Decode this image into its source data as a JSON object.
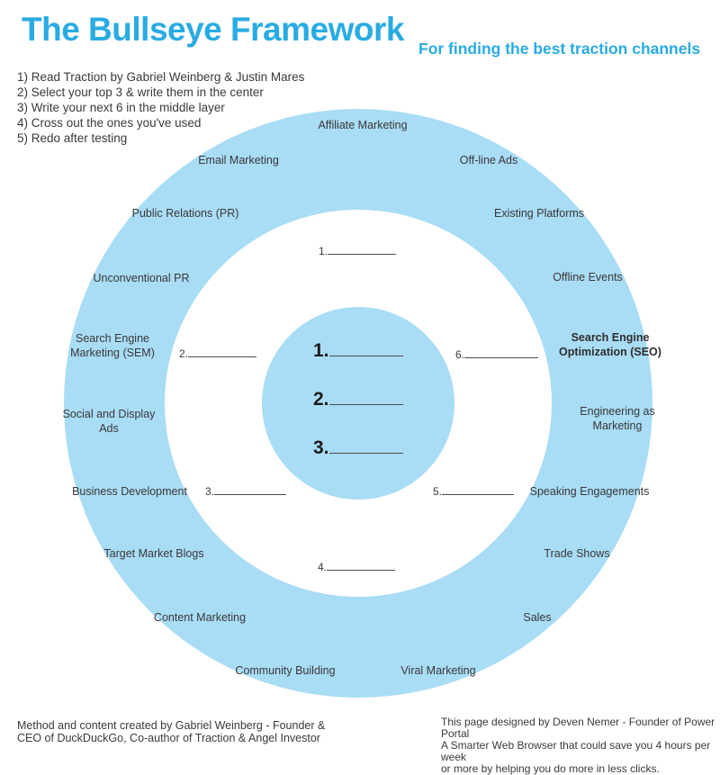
{
  "header": {
    "title": "The Bullseye Framework",
    "subtitle": "For finding the best traction channels"
  },
  "instructions": [
    "1) Read Traction by Gabriel Weinberg & Justin Mares",
    "2) Select your top 3 & write them in the center",
    "3) Write your next 6 in the middle layer",
    "4) Cross out the ones you've used",
    "5) Redo after testing"
  ],
  "bullseye": {
    "channels": [
      {
        "label": "Affiliate Marketing"
      },
      {
        "label": "Email Marketing"
      },
      {
        "label": "Off-line Ads"
      },
      {
        "label": "Public Relations  (PR)"
      },
      {
        "label": "Existing Platforms"
      },
      {
        "label": "Unconventional PR"
      },
      {
        "label": "Offline Events"
      },
      {
        "label": "Search Engine Marketing (SEM)"
      },
      {
        "label": "Search Engine Optimization (SEO)"
      },
      {
        "label": "Social and Display Ads"
      },
      {
        "label": "Engineering as Marketing"
      },
      {
        "label": "Business Development"
      },
      {
        "label": "Speaking Engagements"
      },
      {
        "label": "Target Market Blogs"
      },
      {
        "label": "Trade Shows"
      },
      {
        "label": "Content Marketing"
      },
      {
        "label": "Sales"
      },
      {
        "label": "Community Building"
      },
      {
        "label": "Viral Marketing"
      }
    ],
    "middle_blanks": [
      "1.",
      "2.",
      "3.",
      "4.",
      "5.",
      "6."
    ],
    "center_blanks": [
      "1.",
      "2.",
      "3."
    ]
  },
  "footer": {
    "left": "Method and content created by Gabriel Weinberg - Founder &\nCEO of DuckDuckGo, Co-author of Traction & Angel Investor",
    "right": "This page designed by Deven Nemer - Founder of Power Portal\nA Smarter Web Browser that could save you 4 hours per week\nor more by helping you do more in less clicks."
  },
  "colors": {
    "ring_blue": "#A9DCF5",
    "accent_blue": "#29ABE2",
    "text": "#383838"
  }
}
